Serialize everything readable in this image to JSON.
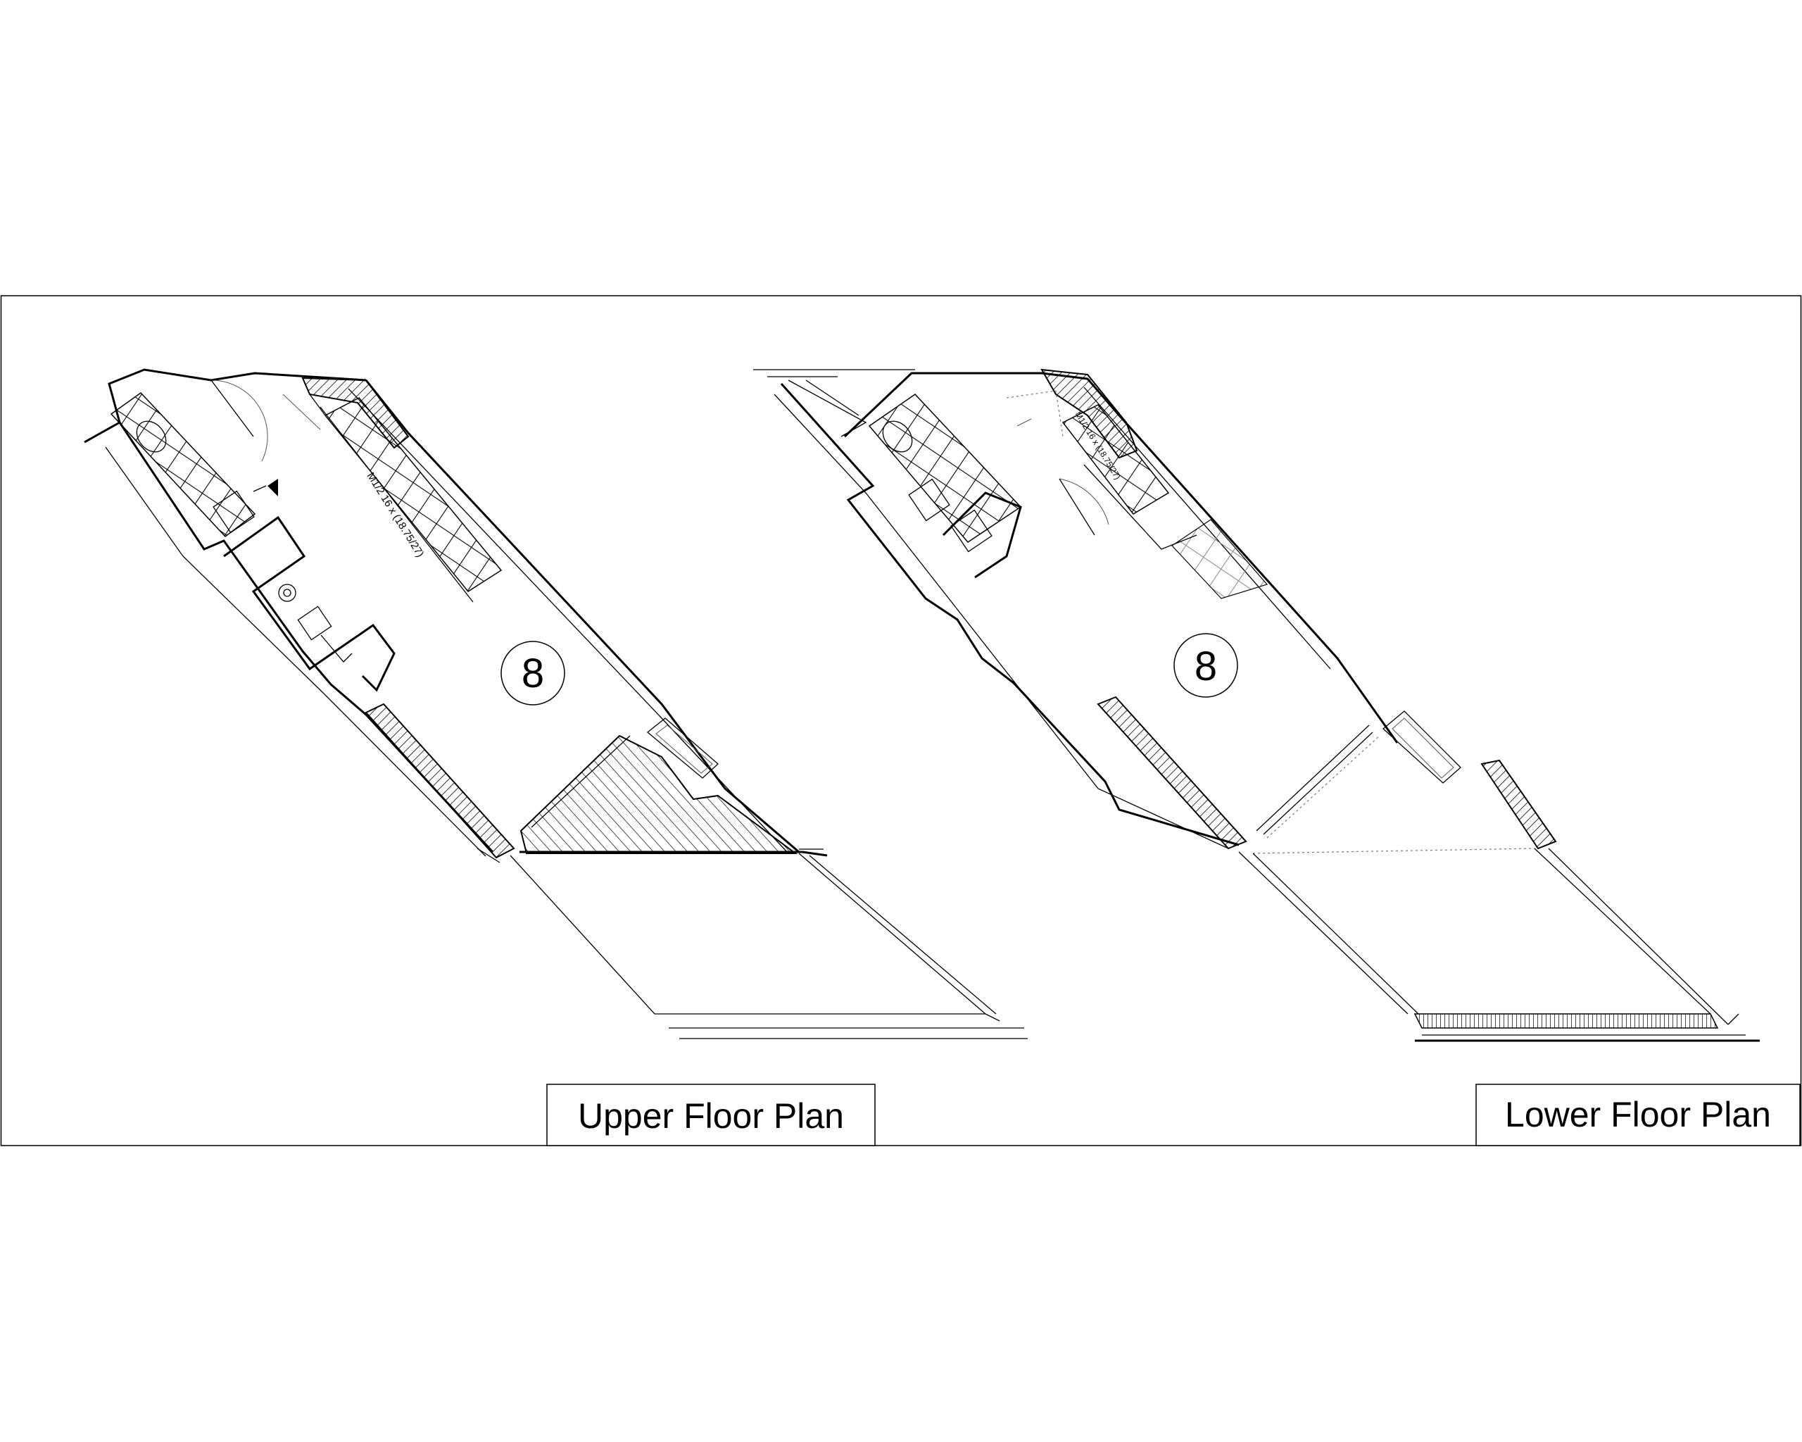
{
  "upper_plan": {
    "title": "Upper Floor Plan",
    "unit_number": "8",
    "dimension_note": "M1/2 16 x (18.75/27)"
  },
  "lower_plan": {
    "title": "Lower Floor Plan",
    "unit_number": "8",
    "dimension_note": "M1/2 16 x (18.75/27)"
  },
  "colors": {
    "line": "#000000",
    "background": "#ffffff"
  }
}
